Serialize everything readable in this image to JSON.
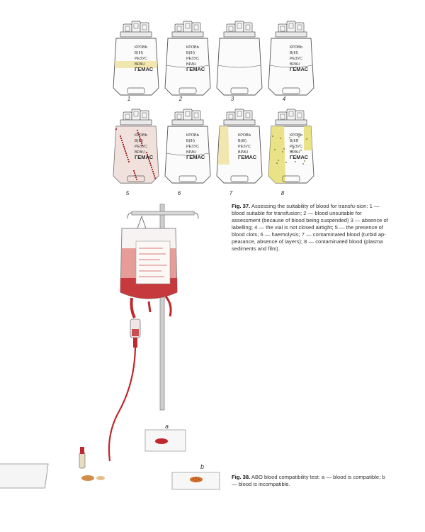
{
  "bags": [
    {
      "num": "1",
      "state": "suitable",
      "label": [
        "КРОВЬ",
        "В(III)",
        "РЕЗУС",
        "ВРАЧ",
        "ГЕМАС"
      ]
    },
    {
      "num": "2",
      "state": "suspended",
      "label": [
        "КРОВЬ",
        "В(III)",
        "РЕЗУС",
        "ВРАЧ",
        "ГЕМАС"
      ]
    },
    {
      "num": "3",
      "state": "no-label",
      "label": []
    },
    {
      "num": "4",
      "state": "not-airtight",
      "label": [
        "КРОВЬ",
        "В(III)",
        "РЕЗУС",
        "ВРАЧ",
        "ГЕМАС"
      ]
    },
    {
      "num": "5",
      "state": "clots",
      "label": [
        "КРОВЬ",
        "В(III)",
        "РЕЗУС",
        "ВРАЧ",
        "ГЕМАС"
      ]
    },
    {
      "num": "6",
      "state": "haemolysis",
      "label": [
        "КРОВЬ",
        "В(III)",
        "РЕЗУС",
        "ВРАЧ",
        "ГЕМАС"
      ]
    },
    {
      "num": "7",
      "state": "turbid",
      "label": [
        "КРОВЬ",
        "В(III)",
        "РЕЗУС",
        "ВРАЧ",
        "ГЕМАС"
      ]
    },
    {
      "num": "8",
      "state": "film",
      "label": [
        "КРОВЬ",
        "В(III)",
        "РЕЗУС",
        "ВРАЧ",
        "ГЕМАС"
      ]
    }
  ],
  "fig37": {
    "label": "Fig. 37.",
    "text": "Assessing the suitability of blood for transfu-sion: 1 — blood suitable for transfusion; 2 — blood unsuitable for assessment (because of blood being suspended) 3 — absence of labelling; 4 — the vial is not closed airtight; 5 — the presence of blood clots; 6 — haemolysis; 7 — contaminated blood (turbid ap-pearance, absence of layers); 8 — contaminated blood (plasma sediments and film)."
  },
  "fig38": {
    "label": "Fig. 38.",
    "text": "ABO blood compatibility test: a — blood is compatible; b — blood is incompatible.",
    "a": "a",
    "b": "b"
  },
  "colors": {
    "blood": "#c0282d",
    "plasma": "#f1e3a6",
    "line": "#555555"
  }
}
